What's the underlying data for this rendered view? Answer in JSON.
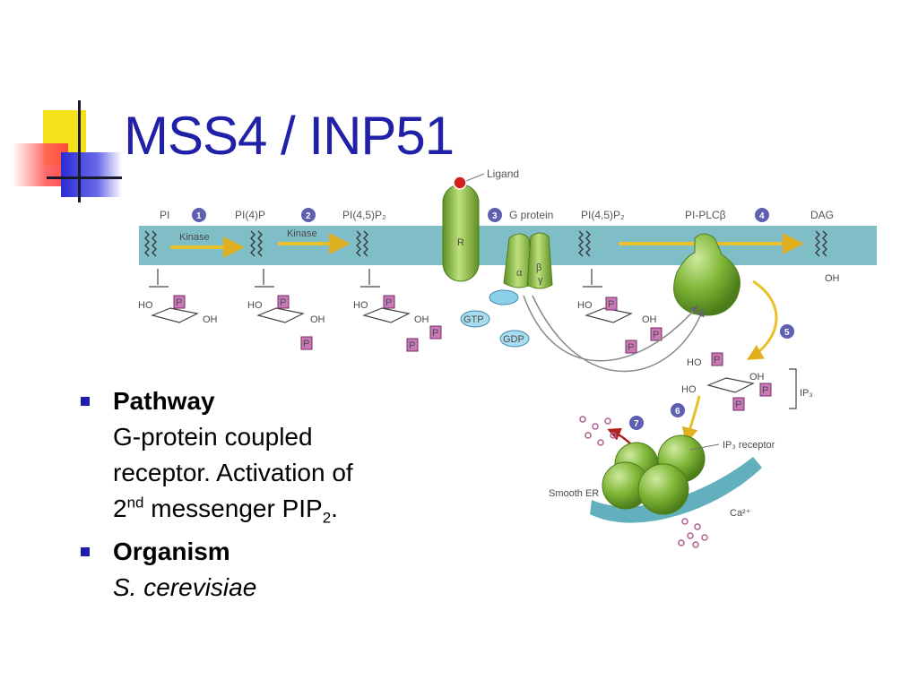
{
  "slide": {
    "title": "MSS4 / INP51",
    "bullets": [
      {
        "heading": "Pathway",
        "line1": "G-protein coupled",
        "line2": "receptor. Activation of",
        "line3_pre": "2",
        "line3_sup": "nd",
        "line3_mid": " messenger PIP",
        "line3_sub": "2",
        "line3_post": "."
      },
      {
        "heading": "Organism",
        "value": "S. cerevisiae"
      }
    ]
  },
  "diagram": {
    "labels": {
      "ligand": "Ligand",
      "pi": "PI",
      "pi4p": "PI(4)P",
      "pi45p2_a": "PI(4,5)P₂",
      "g_protein": "G protein",
      "pi45p2_b": "PI(4,5)P₂",
      "pi_plc": "PI-PLCβ",
      "dag": "DAG",
      "kinase_1": "Kinase",
      "kinase_2": "Kinase",
      "receptor": "R",
      "alpha": "α",
      "beta": "β",
      "gamma": "γ",
      "gtp": "GTP",
      "gdp": "GDP",
      "oh": "OH",
      "ho": "HO",
      "p": "P",
      "ip3": "IP₃",
      "ip3_receptor": "IP₃ receptor",
      "smooth_er": "Smooth ER",
      "ca": "Ca²⁺"
    },
    "step_numbers": [
      "1",
      "2",
      "3",
      "4",
      "5",
      "6",
      "7"
    ],
    "colors": {
      "membrane": "#7fbec7",
      "protein_green": "#8dbf3a",
      "arrow_yellow": "#e8c02a",
      "phosphate_purple": "#b0559a",
      "ca_dots": "#b06090",
      "step_circle": "#5d5fb0",
      "title_blue": "#2020a8"
    }
  }
}
